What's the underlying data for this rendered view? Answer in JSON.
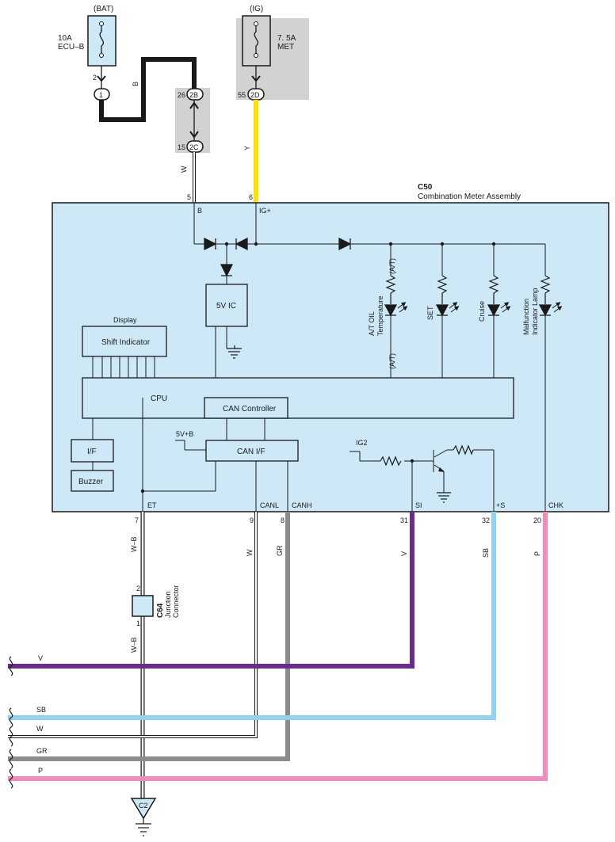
{
  "sources": {
    "bat": {
      "label": "(BAT)",
      "fuse_amp": "10A",
      "fuse_name": "ECU–B",
      "pin": "2",
      "connector": "1"
    },
    "ig": {
      "label": "(IG)",
      "fuse_amp": "7. 5A",
      "fuse_name": "MET",
      "pin": "55",
      "connector": "2D"
    }
  },
  "junction_top": {
    "upper": {
      "pin": "26",
      "connector": "2B"
    },
    "lower": {
      "pin": "15",
      "connector": "2C"
    }
  },
  "wire_labels": {
    "b": "B",
    "y": "Y",
    "w_top": "W"
  },
  "meter": {
    "code": "C50",
    "name": "Combination Meter Assembly",
    "top_pins": {
      "b_num": "5",
      "b_name": "B",
      "ig_num": "6",
      "ig_name": "IG+"
    },
    "display_label": "Display",
    "shift_indicator": "Shift Indicator",
    "ic_5v": "5V IC",
    "cpu": "CPU",
    "can_controller": "CAN Controller",
    "can_if": "CAN I/F",
    "if_box": "I/F",
    "buzzer": "Buzzer",
    "v5b": "5V+B",
    "ig2": "IG2",
    "lamps": {
      "at_oil": "A/T OIL",
      "at_oil2": "Temperature",
      "at_tag": "(A/T)",
      "set": "SET",
      "cruise": "Cruise",
      "mil": "Malfunction",
      "mil2": "Indicator Lamp"
    },
    "bottom_pins": [
      {
        "name": "ET",
        "num": "7",
        "wire": "W–B"
      },
      {
        "name": "CANL",
        "num": "9",
        "wire": "W"
      },
      {
        "name": "CANH",
        "num": "8",
        "wire": "GR"
      },
      {
        "name": "SI",
        "num": "31",
        "wire": "V"
      },
      {
        "name": "+S",
        "num": "32",
        "wire": "SB"
      },
      {
        "name": "CHK",
        "num": "20",
        "wire": "P"
      }
    ]
  },
  "junction_c64": {
    "code": "C64",
    "name1": "Junction",
    "name2": "Connector",
    "pin_top": "2",
    "pin_bottom": "1",
    "wire_below": "W–B"
  },
  "left_wires": [
    "V",
    "SB",
    "W",
    "GR",
    "P"
  ],
  "ground": {
    "code": "C2"
  },
  "colors": {
    "meter_fill": "#cde9f7",
    "grey_box": "#d2d2d2",
    "yellow": "#ffe000",
    "violet": "#6a2c8e",
    "sky_blue": "#8fd3f0",
    "grey": "#8c8c8c",
    "pink": "#f08cbc",
    "black": "#1a1a1a"
  }
}
